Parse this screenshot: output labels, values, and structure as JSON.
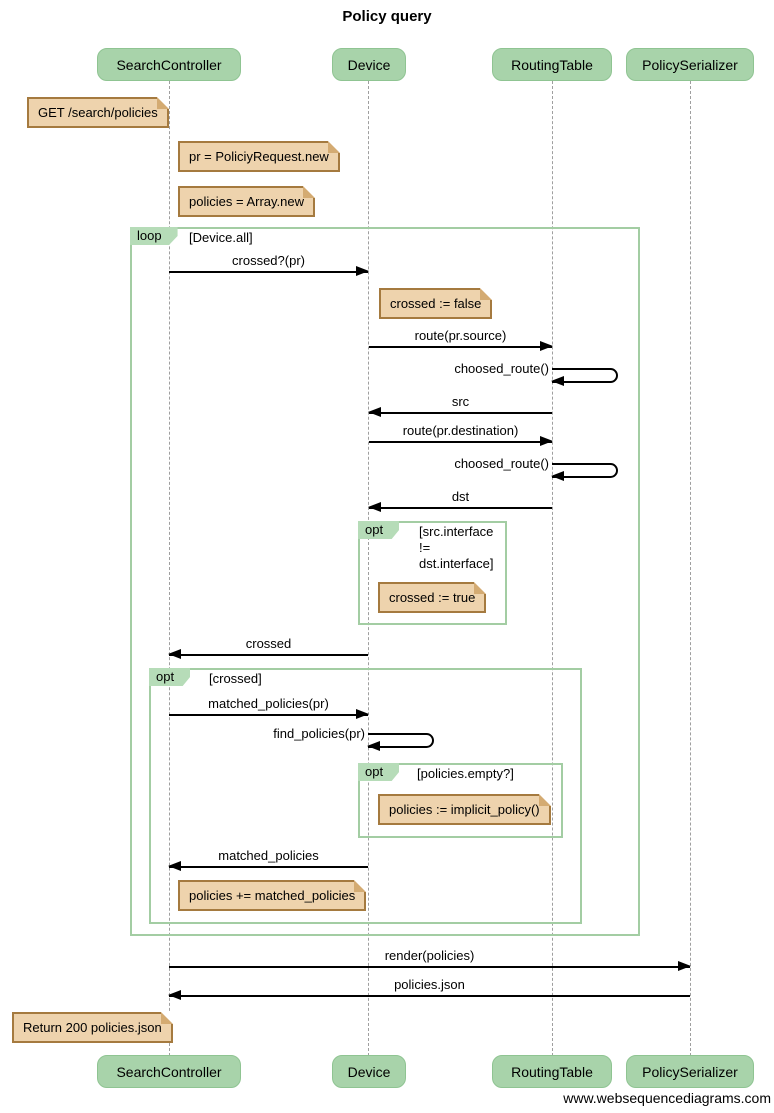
{
  "title": "Policy query",
  "footer": "www.websequencediagrams.com",
  "participants": [
    {
      "name": "SearchController"
    },
    {
      "name": "Device"
    },
    {
      "name": "RoutingTable"
    },
    {
      "name": "PolicySerializer"
    }
  ],
  "frames": [
    {
      "keyword": "loop",
      "condition": "[Device.all]"
    },
    {
      "keyword": "opt",
      "condition": "[src.interface\n!=\ndst.interface]"
    },
    {
      "keyword": "opt",
      "condition": "[crossed]"
    },
    {
      "keyword": "opt",
      "condition": "[policies.empty?]"
    }
  ],
  "notes": [
    {
      "text": "GET /search/policies"
    },
    {
      "text": "pr = PoliciyRequest.new"
    },
    {
      "text": "policies = Array.new"
    },
    {
      "text": "crossed := false"
    },
    {
      "text": "crossed := true"
    },
    {
      "text": "policies := implicit_policy()"
    },
    {
      "text": "policies += matched_policies"
    },
    {
      "text": "Return 200 policies.json"
    }
  ],
  "messages": [
    {
      "label": "crossed?(pr)",
      "from": "SearchController",
      "to": "Device"
    },
    {
      "label": "route(pr.source)",
      "from": "Device",
      "to": "RoutingTable"
    },
    {
      "label": "choosed_route()",
      "from": "RoutingTable",
      "to": "RoutingTable",
      "self": true
    },
    {
      "label": "src",
      "from": "RoutingTable",
      "to": "Device"
    },
    {
      "label": "route(pr.destination)",
      "from": "Device",
      "to": "RoutingTable"
    },
    {
      "label": "choosed_route()",
      "from": "RoutingTable",
      "to": "RoutingTable",
      "self": true
    },
    {
      "label": "dst",
      "from": "RoutingTable",
      "to": "Device"
    },
    {
      "label": "crossed",
      "from": "Device",
      "to": "SearchController"
    },
    {
      "label": "matched_policies(pr)",
      "from": "SearchController",
      "to": "Device"
    },
    {
      "label": "find_policies(pr)",
      "from": "Device",
      "to": "Device",
      "self": true
    },
    {
      "label": "matched_policies",
      "from": "Device",
      "to": "SearchController"
    },
    {
      "label": "render(policies)",
      "from": "SearchController",
      "to": "PolicySerializer"
    },
    {
      "label": "policies.json",
      "from": "PolicySerializer",
      "to": "SearchController"
    }
  ],
  "colors": {
    "participant_fill": "#a8d3aa",
    "participant_border": "#8fc492",
    "note_fill": "#eed3ad",
    "note_border": "#a57a3f",
    "frame_border": "#a3cda3",
    "tab_fill": "#b6dcb8",
    "lifeline": "#9f9f9f",
    "text": "#000000",
    "background": "#ffffff"
  }
}
